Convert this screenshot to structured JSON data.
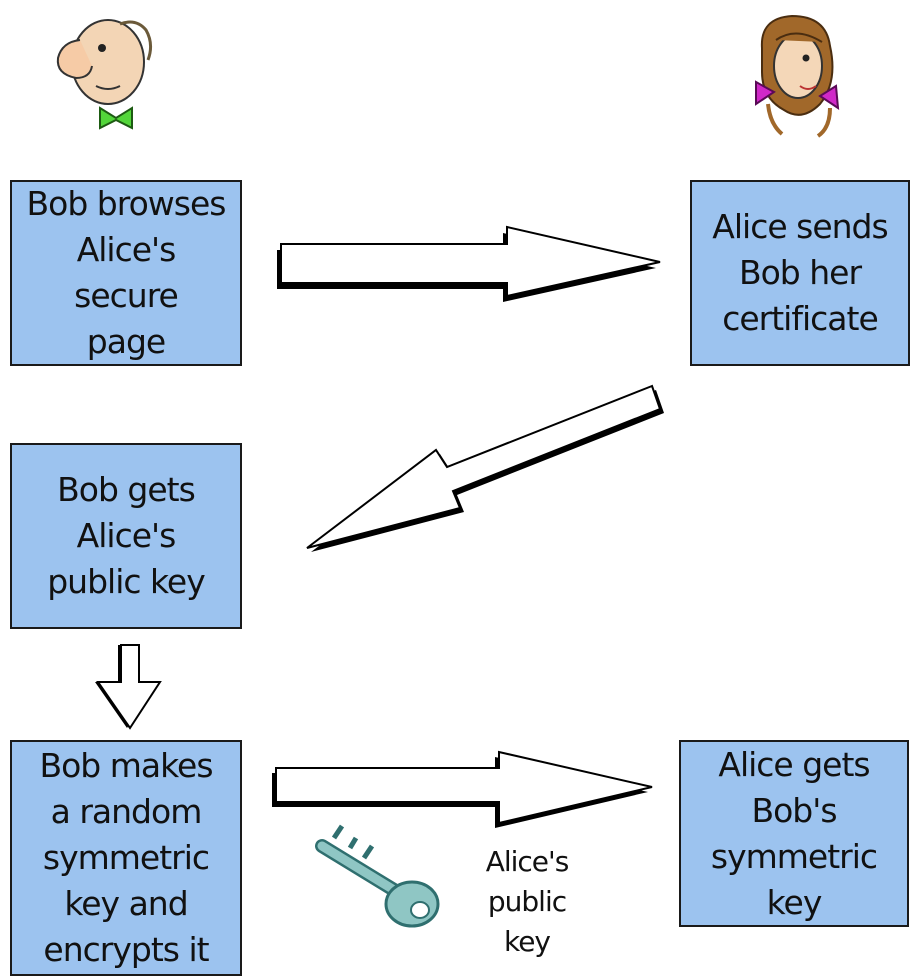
{
  "boxes": {
    "bob_browses": "Bob browses\nAlice's\nsecure\npage",
    "alice_sends": "Alice sends\nBob her\ncertificate",
    "bob_gets": "Bob gets\nAlice's\npublic key",
    "bob_makes": "Bob makes\na random\nsymmetric\nkey and\nencrypts it",
    "alice_gets": "Alice gets\nBob's\nsymmetric\nkey"
  },
  "key_label": "Alice's\npublic\nkey",
  "colors": {
    "box_fill": "#9cc3ef",
    "box_border": "#1a1a1a",
    "arrow_fill": "#ffffff",
    "arrow_stroke": "#000000"
  },
  "icons": [
    "bob-character-icon",
    "alice-character-icon",
    "key-icon"
  ]
}
